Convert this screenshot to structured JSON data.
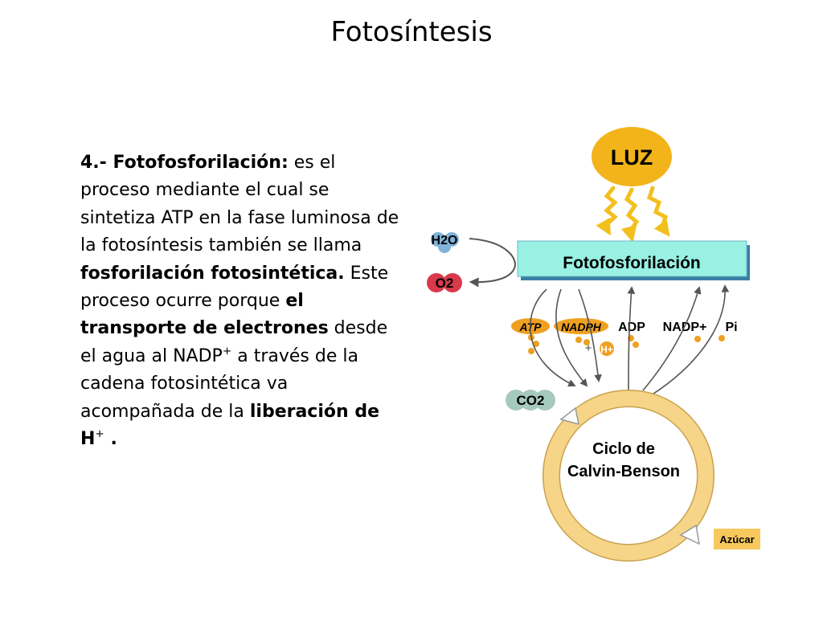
{
  "slide": {
    "title": "Fotosíntesis"
  },
  "text": {
    "p1": "4.- Fotofosforilación:",
    "p2": " es el proceso mediante el cual se sintetiza ATP en la fase luminosa de la fotosíntesis también se llama ",
    "p3": "fosforilación fotosintética.",
    "p4": " Este proceso ocurre porque ",
    "p5": "el transporte de electrones",
    "p6": " desde el agua al NADP",
    "sup1": "+",
    "p7": " a través de la cadena fotosintética va acompañada de la ",
    "p8": "liberación de H",
    "sup2": "+",
    "p9": " ."
  },
  "diagram": {
    "luz": "LUZ",
    "membrane": "Fotofosforilación",
    "h2o": "H2O",
    "o2": "O2",
    "atp": "ATP",
    "nadph": "NADPH",
    "plus": "+",
    "h_plus": "H+",
    "adp": "ADP",
    "nadp_plus": "NADP+",
    "pi": "Pi",
    "co2": "CO2",
    "cycle_line1": "Ciclo de",
    "cycle_line2": "Calvin-Benson",
    "product": "Azúcar"
  },
  "colors": {
    "sun": "#F2B41A",
    "light_arrow": "#F2C01E",
    "membrane": "#99F1E3",
    "membrane_shadow": "#3A7FA4",
    "h2o_molecule": "#7FB3D8",
    "o2_molecule": "#D9394B",
    "molecule_orange": "#EFA020",
    "cycle_ring": "#F6D488",
    "co2_molecule": "#A6C9BE",
    "product_box": "#F7C85E",
    "arrow_gray": "#555555"
  }
}
